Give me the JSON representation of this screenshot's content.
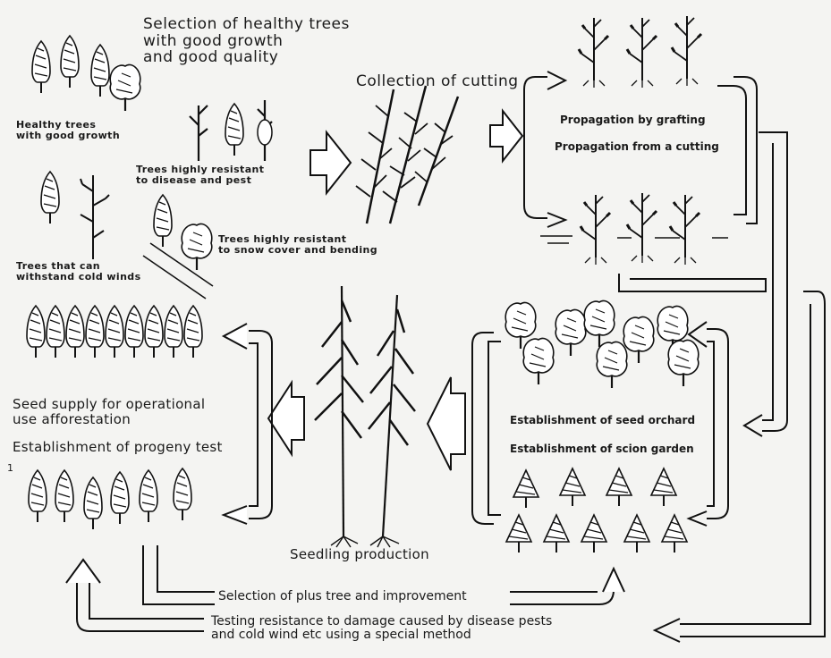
{
  "labels": {
    "selection_healthy": "Selection of healthy trees\nwith good growth\nand good quality",
    "collection_cutting": "Collection of cutting",
    "healthy_trees": "Healthy trees\nwith good growth",
    "resistant_disease": "Trees highly resistant\nto disease and pest",
    "withstand_cold": "Trees that can\nwithstand cold winds",
    "resistant_snow": "Trees highly resistant\nto snow cover and bending",
    "propagation_grafting": "Propagation by grafting",
    "propagation_cutting": "Propagation from a cutting",
    "seed_supply": "Seed supply for operational\nuse afforestation",
    "progeny_test": "Establishment of progeny test",
    "seed_orchard": "Establishment of seed orchard",
    "scion_garden": "Establishment of scion garden",
    "seedling_production": "Seedling production",
    "plus_tree": "Selection of plus tree and improvement",
    "testing_resistance": "Testing resistance to damage caused by disease pests\nand cold wind etc using a special method",
    "margin_mark": "1"
  }
}
